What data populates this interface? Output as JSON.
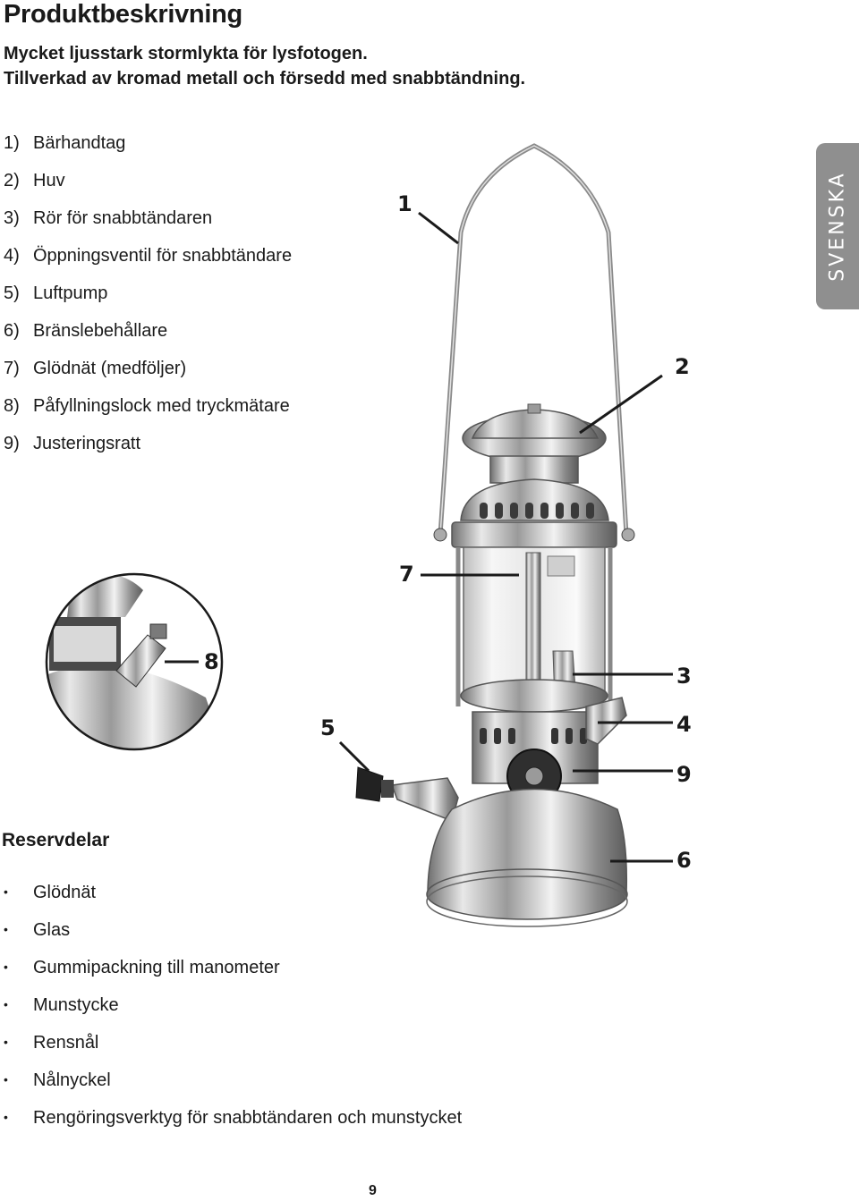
{
  "heading": "Produktbeskrivning",
  "subtitle": {
    "line1": "Mycket ljusstark stormlykta för lysfotogen.",
    "line2": "Tillverkad av kromad metall och försedd med snabbtändning."
  },
  "parts": [
    {
      "num": "1)",
      "label": "Bärhandtag"
    },
    {
      "num": "2)",
      "label": "Huv"
    },
    {
      "num": "3)",
      "label": "Rör för snabbtändaren"
    },
    {
      "num": "4)",
      "label": "Öppningsventil för snabbtändare"
    },
    {
      "num": "5)",
      "label": "Luftpump"
    },
    {
      "num": "6)",
      "label": "Bränslebehållare"
    },
    {
      "num": "7)",
      "label": "Glödnät (medföljer)"
    },
    {
      "num": "8)",
      "label": "Påfyllningslock med tryckmätare"
    },
    {
      "num": "9)",
      "label": "Justeringsratt"
    }
  ],
  "spares": {
    "heading": "Reservdelar",
    "bullet": "•",
    "items": [
      "Glödnät",
      "Glas",
      "Gummipackning till manometer",
      "Munstycke",
      "Rensnål",
      "Nålnyckel",
      "Rengöringsverktyg för snabbtändaren och munstycket"
    ]
  },
  "language_tab": "SVENSKA",
  "callouts": {
    "c1": "1",
    "c2": "2",
    "c3": "3",
    "c4": "4",
    "c5": "5",
    "c6": "6",
    "c7": "7",
    "c8": "8",
    "c9": "9"
  },
  "page_number": "9",
  "colors": {
    "text": "#1a1a1a",
    "tab": "#8f8f8f",
    "chrome": "#c8c8c8"
  }
}
